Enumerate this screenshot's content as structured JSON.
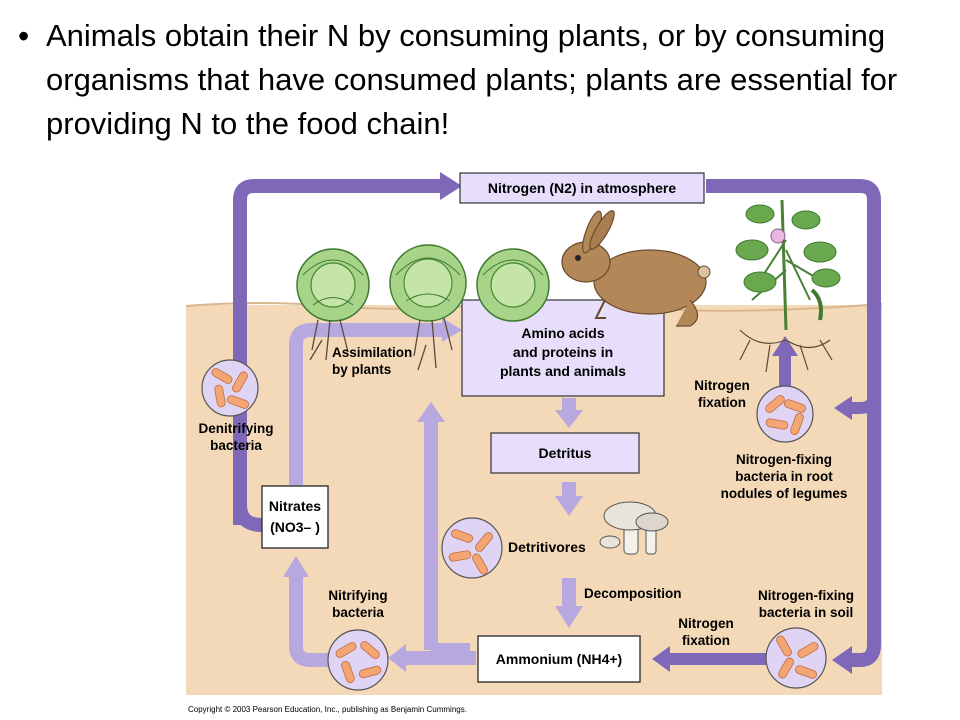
{
  "slide": {
    "bullet_char": "•",
    "bullet_text": "Animals obtain their N by consuming plants, or by consuming organisms that have consumed plants; plants are essential for providing N to the food chain!"
  },
  "diagram": {
    "boxes": {
      "atmosphere": "Nitrogen (N2) in atmosphere",
      "amino_line1": "Amino acids",
      "amino_line2": "and proteins in",
      "amino_line3": "plants and animals",
      "detritus": "Detritus",
      "nitrates_line1": "Nitrates",
      "nitrates_line2": "(NO3– )",
      "ammonium": "Ammonium (NH4+)"
    },
    "labels": {
      "assimilation_line1": "Assimilation",
      "assimilation_line2": "by plants",
      "denitrifying_line1": "Denitrifying",
      "denitrifying_line2": "bacteria",
      "nitrogen_fixation_top_line1": "Nitrogen",
      "nitrogen_fixation_top_line2": "fixation",
      "root_bacteria_line1": "Nitrogen-fixing",
      "root_bacteria_line2": "bacteria in root",
      "root_bacteria_line3": "nodules of legumes",
      "detritivores": "Detritivores",
      "decomposition": "Decomposition",
      "nitrifying_line1": "Nitrifying",
      "nitrifying_line2": "bacteria",
      "soil_bacteria_line1": "Nitrogen-fixing",
      "soil_bacteria_line2": "bacteria in soil",
      "nitrogen_fixation_bottom_line1": "Nitrogen",
      "nitrogen_fixation_bottom_line2": "fixation"
    },
    "copyright": "Copyright © 2003 Pearson Education, Inc., publishing as Benjamin Cummings.",
    "colors": {
      "soil": "#f3d9b8",
      "box_fill": "#e6defa",
      "arrow_dark": "#7f68b8",
      "arrow_light": "#b8a8e0",
      "bacteria_fill": "#e0d4f4",
      "bacterium": "#f0a070",
      "plant_green": "#6aa84f",
      "rabbit": "#b28858"
    }
  }
}
